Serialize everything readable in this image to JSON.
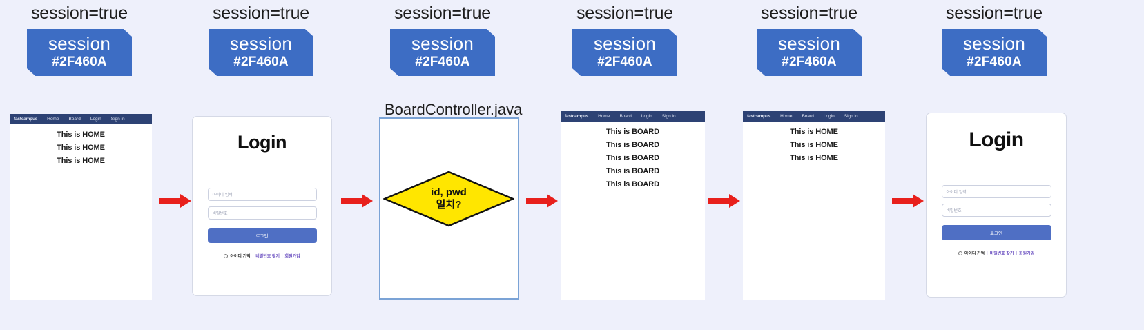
{
  "meta": {
    "background_color": "#eef0fb",
    "accent_blue": "#3d6dc4",
    "navbar_color": "#2d4274",
    "arrow_color": "#e8201c",
    "diamond_fill": "#ffe600",
    "ctrl_border": "#7ba3d6"
  },
  "session_headers": [
    {
      "caption": "session=true",
      "badge_title": "session",
      "badge_id": "#2F460A"
    },
    {
      "caption": "session=true",
      "badge_title": "session",
      "badge_id": "#2F460A"
    },
    {
      "caption": "session=true",
      "badge_title": "session",
      "badge_id": "#2F460A"
    },
    {
      "caption": "session=true",
      "badge_title": "session",
      "badge_id": "#2F460A"
    },
    {
      "caption": "session=true",
      "badge_title": "session",
      "badge_id": "#2F460A"
    },
    {
      "caption": "session=true",
      "badge_title": "session",
      "badge_id": "#2F460A"
    }
  ],
  "navbar": {
    "brand": "fastcampus",
    "links": [
      "Home",
      "Board",
      "Login",
      "Sign in"
    ]
  },
  "panels": {
    "home_1": {
      "lines": [
        "This is HOME",
        "This is HOME",
        "This is HOME"
      ]
    },
    "board_4": {
      "lines": [
        "This is BOARD",
        "This is BOARD",
        "This is BOARD",
        "This is BOARD",
        "This is BOARD"
      ]
    },
    "home_5": {
      "lines": [
        "This is HOME",
        "This is HOME",
        "This is HOME"
      ]
    }
  },
  "login_form": {
    "title": "Login",
    "id_placeholder": "아이디 입력",
    "pw_placeholder": "비밀번호",
    "submit_label": "로그인",
    "links": {
      "remember": "아이디 기억",
      "sep1": "|",
      "find_pw": "비밀번호 찾기",
      "sep2": "|",
      "signup": "회원가입"
    }
  },
  "controller": {
    "label": "BoardController.java",
    "decision_line1": "id, pwd",
    "decision_line2": "일치?"
  },
  "arrows": [
    {
      "name": "arrow-1-to-2"
    },
    {
      "name": "arrow-2-to-3"
    },
    {
      "name": "arrow-3-to-4"
    },
    {
      "name": "arrow-4-to-5"
    },
    {
      "name": "arrow-5-to-6"
    }
  ]
}
